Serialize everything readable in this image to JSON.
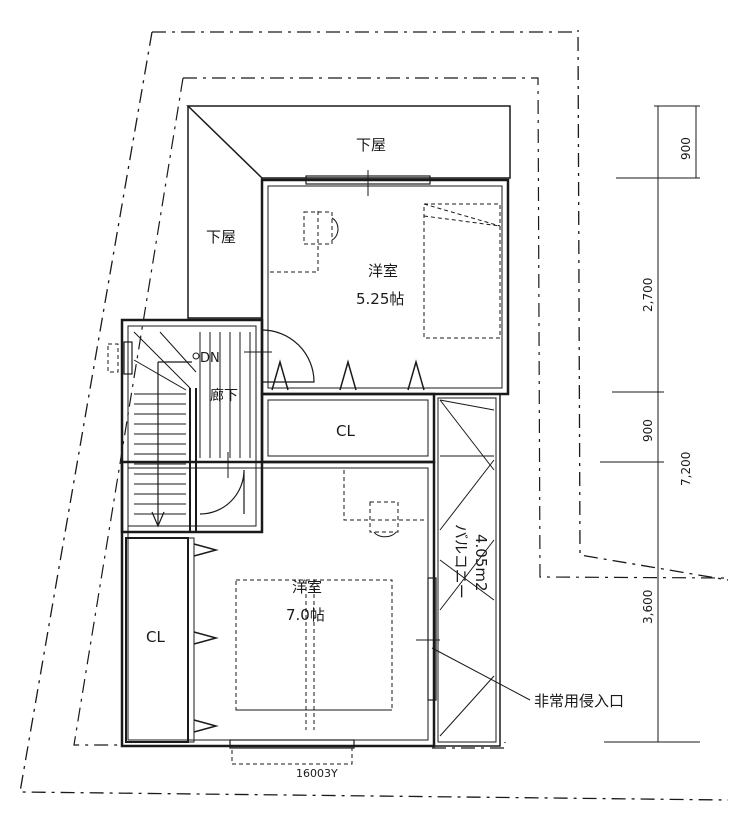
{
  "labels": {
    "lower_roof_top": "下屋",
    "lower_roof_left": "下屋",
    "room1_name": "洋室",
    "room1_size": "5.25帖",
    "dn": "DN",
    "hallway": "廊下",
    "closet_mid": "CL",
    "closet_left": "CL",
    "room2_name": "洋室",
    "room2_size": "7.0帖",
    "balcony_name": "バルコニー",
    "balcony_size": "4.05m2",
    "emergency_entry": "非常用侵入口",
    "window_code": "16003Y"
  },
  "dimensions": {
    "d1": "900",
    "d2": "2,700",
    "d3": "900",
    "d4": "3,600",
    "total": "7,200"
  }
}
